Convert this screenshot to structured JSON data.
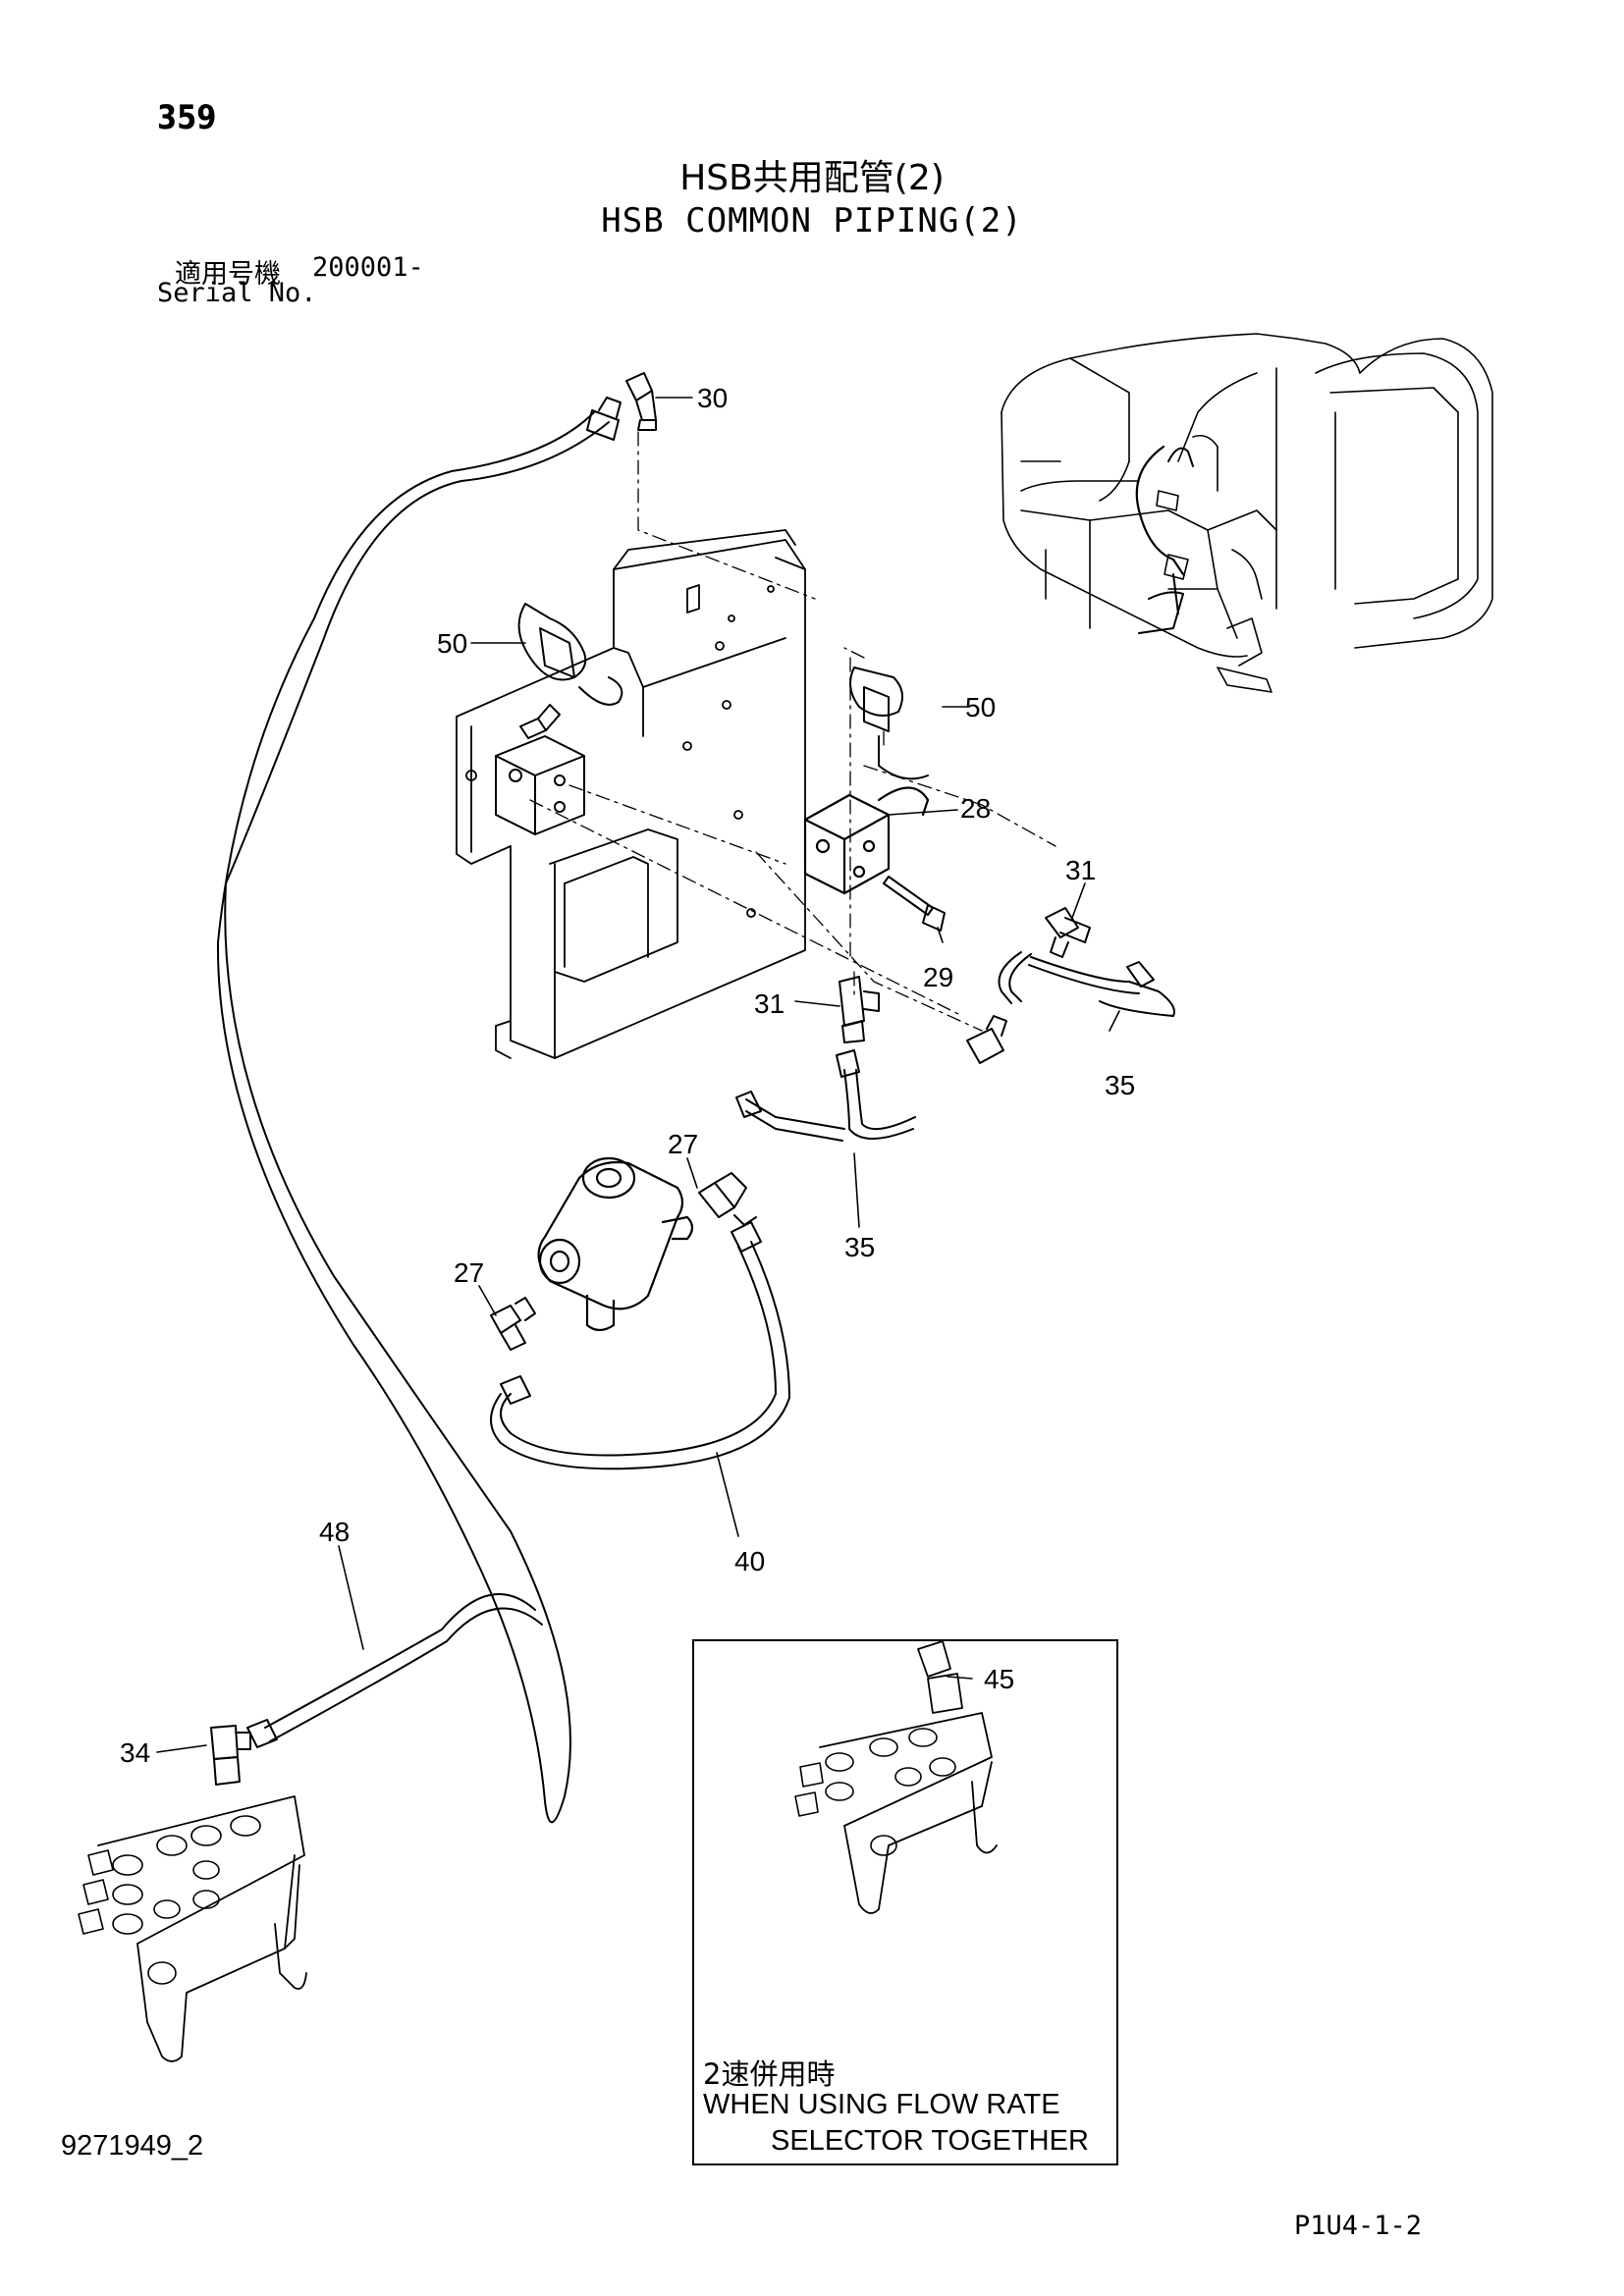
{
  "page_number": "359",
  "title": {
    "jp": "HSB共用配管(2)",
    "en": "HSB COMMON PIPING(2)"
  },
  "serial": {
    "label_jp": "適用号機",
    "range": "200001-",
    "label_en": "Serial No."
  },
  "callouts": {
    "c30": "30",
    "c50a": "50",
    "c50b": "50",
    "c28": "28",
    "c31a": "31",
    "c29": "29",
    "c31b": "31",
    "c35a": "35",
    "c35b": "35",
    "c27a": "27",
    "c27b": "27",
    "c40": "40",
    "c48": "48",
    "c34": "34",
    "c45": "45"
  },
  "inset": {
    "note_jp": "2速併用時",
    "note_en_line1": "WHEN USING FLOW RATE",
    "note_en_line2": "SELECTOR TOGETHER"
  },
  "drawing_id": "9271949_2",
  "page_code": "P1U4-1-2"
}
